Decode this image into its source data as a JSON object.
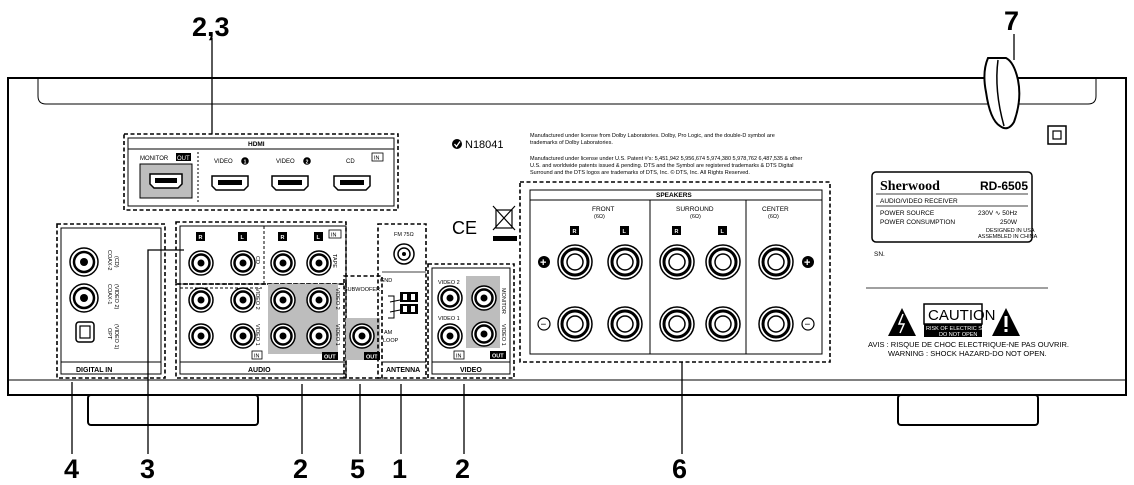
{
  "callouts": {
    "top_hdmi": "2,3",
    "top_power": "7",
    "bottom": [
      "4",
      "3",
      "2",
      "5",
      "1",
      "2",
      "6"
    ]
  },
  "hdmi": {
    "title": "HDMI",
    "monitor": "MONITOR",
    "out": "OUT",
    "in": "IN",
    "video1": "VIDEO",
    "video2": "VIDEO",
    "video1_num": "1",
    "video2_num": "2",
    "cd": "CD"
  },
  "cert": {
    "code": "N18041",
    "dolby": "Manufactured under license from Dolby Laboratories. Dolby, Pro Logic, and the double-D symbol are trademarks of Dolby Laboratories.",
    "dolby_l1": "Manufactured under license from Dolby Laboratories. Dolby, Pro Logic, and the double-D symbol are",
    "dolby_l2": "trademarks of Dolby Laboratories.",
    "dts_l1": "Manufactured under license under U.S. Patent #'s: 5,451,942 5,956,674 5,974,380 5,978,762 6,487,535 & other",
    "dts_l2": "U.S. and worldwide patents issued & pending. DTS and the Symbol are registered trademarks & DTS Digital",
    "dts_l3": "Surround and the DTS logos are trademarks of DTS, Inc. © DTS, Inc. All Rights Reserved.",
    "ce": "CE"
  },
  "digital_in": {
    "title": "DIGITAL IN",
    "coax2": "COAX-2",
    "coax2_sub": "(CD)",
    "coax1": "COAX-1",
    "coax1_sub": "(VIDEO 2)",
    "opt": "OPT",
    "opt_sub": "(VIDEO 1)"
  },
  "audio": {
    "title": "AUDIO",
    "r": "R",
    "l": "L",
    "in": "IN",
    "out": "OUT",
    "cd": "CD",
    "tape": "TAPE",
    "video2": "VIDEO 2",
    "video1": "VIDEO 1",
    "subwoofer": "SUBWOOFER"
  },
  "antenna": {
    "title": "ANTENNA",
    "fm": "FM 75Ω",
    "gnd": "GND",
    "am": "AM",
    "loop": "LOOP"
  },
  "video": {
    "title": "VIDEO",
    "video2": "VIDEO 2",
    "video1": "VIDEO 1",
    "monitor": "MONITOR",
    "in": "IN",
    "out": "OUT"
  },
  "speakers": {
    "title": "SPEAKERS",
    "front": "FRONT",
    "surround": "SURROUND",
    "center": "CENTER",
    "imp": "(6Ω)",
    "r": "R",
    "l": "L",
    "plus": "+",
    "minus": "−"
  },
  "label_plate": {
    "brand": "Sherwood",
    "model": "RD-6505",
    "type": "AUDIO/VIDEO RECEIVER",
    "power_source_label": "POWER SOURCE",
    "power_source_value": "230V ∿ 50Hz",
    "power_consumption_label": "POWER CONSUMPTION",
    "power_consumption_value": "250W",
    "designed": "DESIGNED IN USA",
    "assembled": "ASSEMBLED IN CHINA"
  },
  "sn": "SN.",
  "caution": {
    "title": "CAUTION",
    "risk1": "RISK OF ELECTRIC SHOCK",
    "risk2": "DO NOT OPEN",
    "avis": "AVIS : RISQUE DE CHOC ELECTRIQUE-NE PAS OUVRIR.",
    "warning": "WARNING : SHOCK HAZARD-DO NOT OPEN."
  }
}
